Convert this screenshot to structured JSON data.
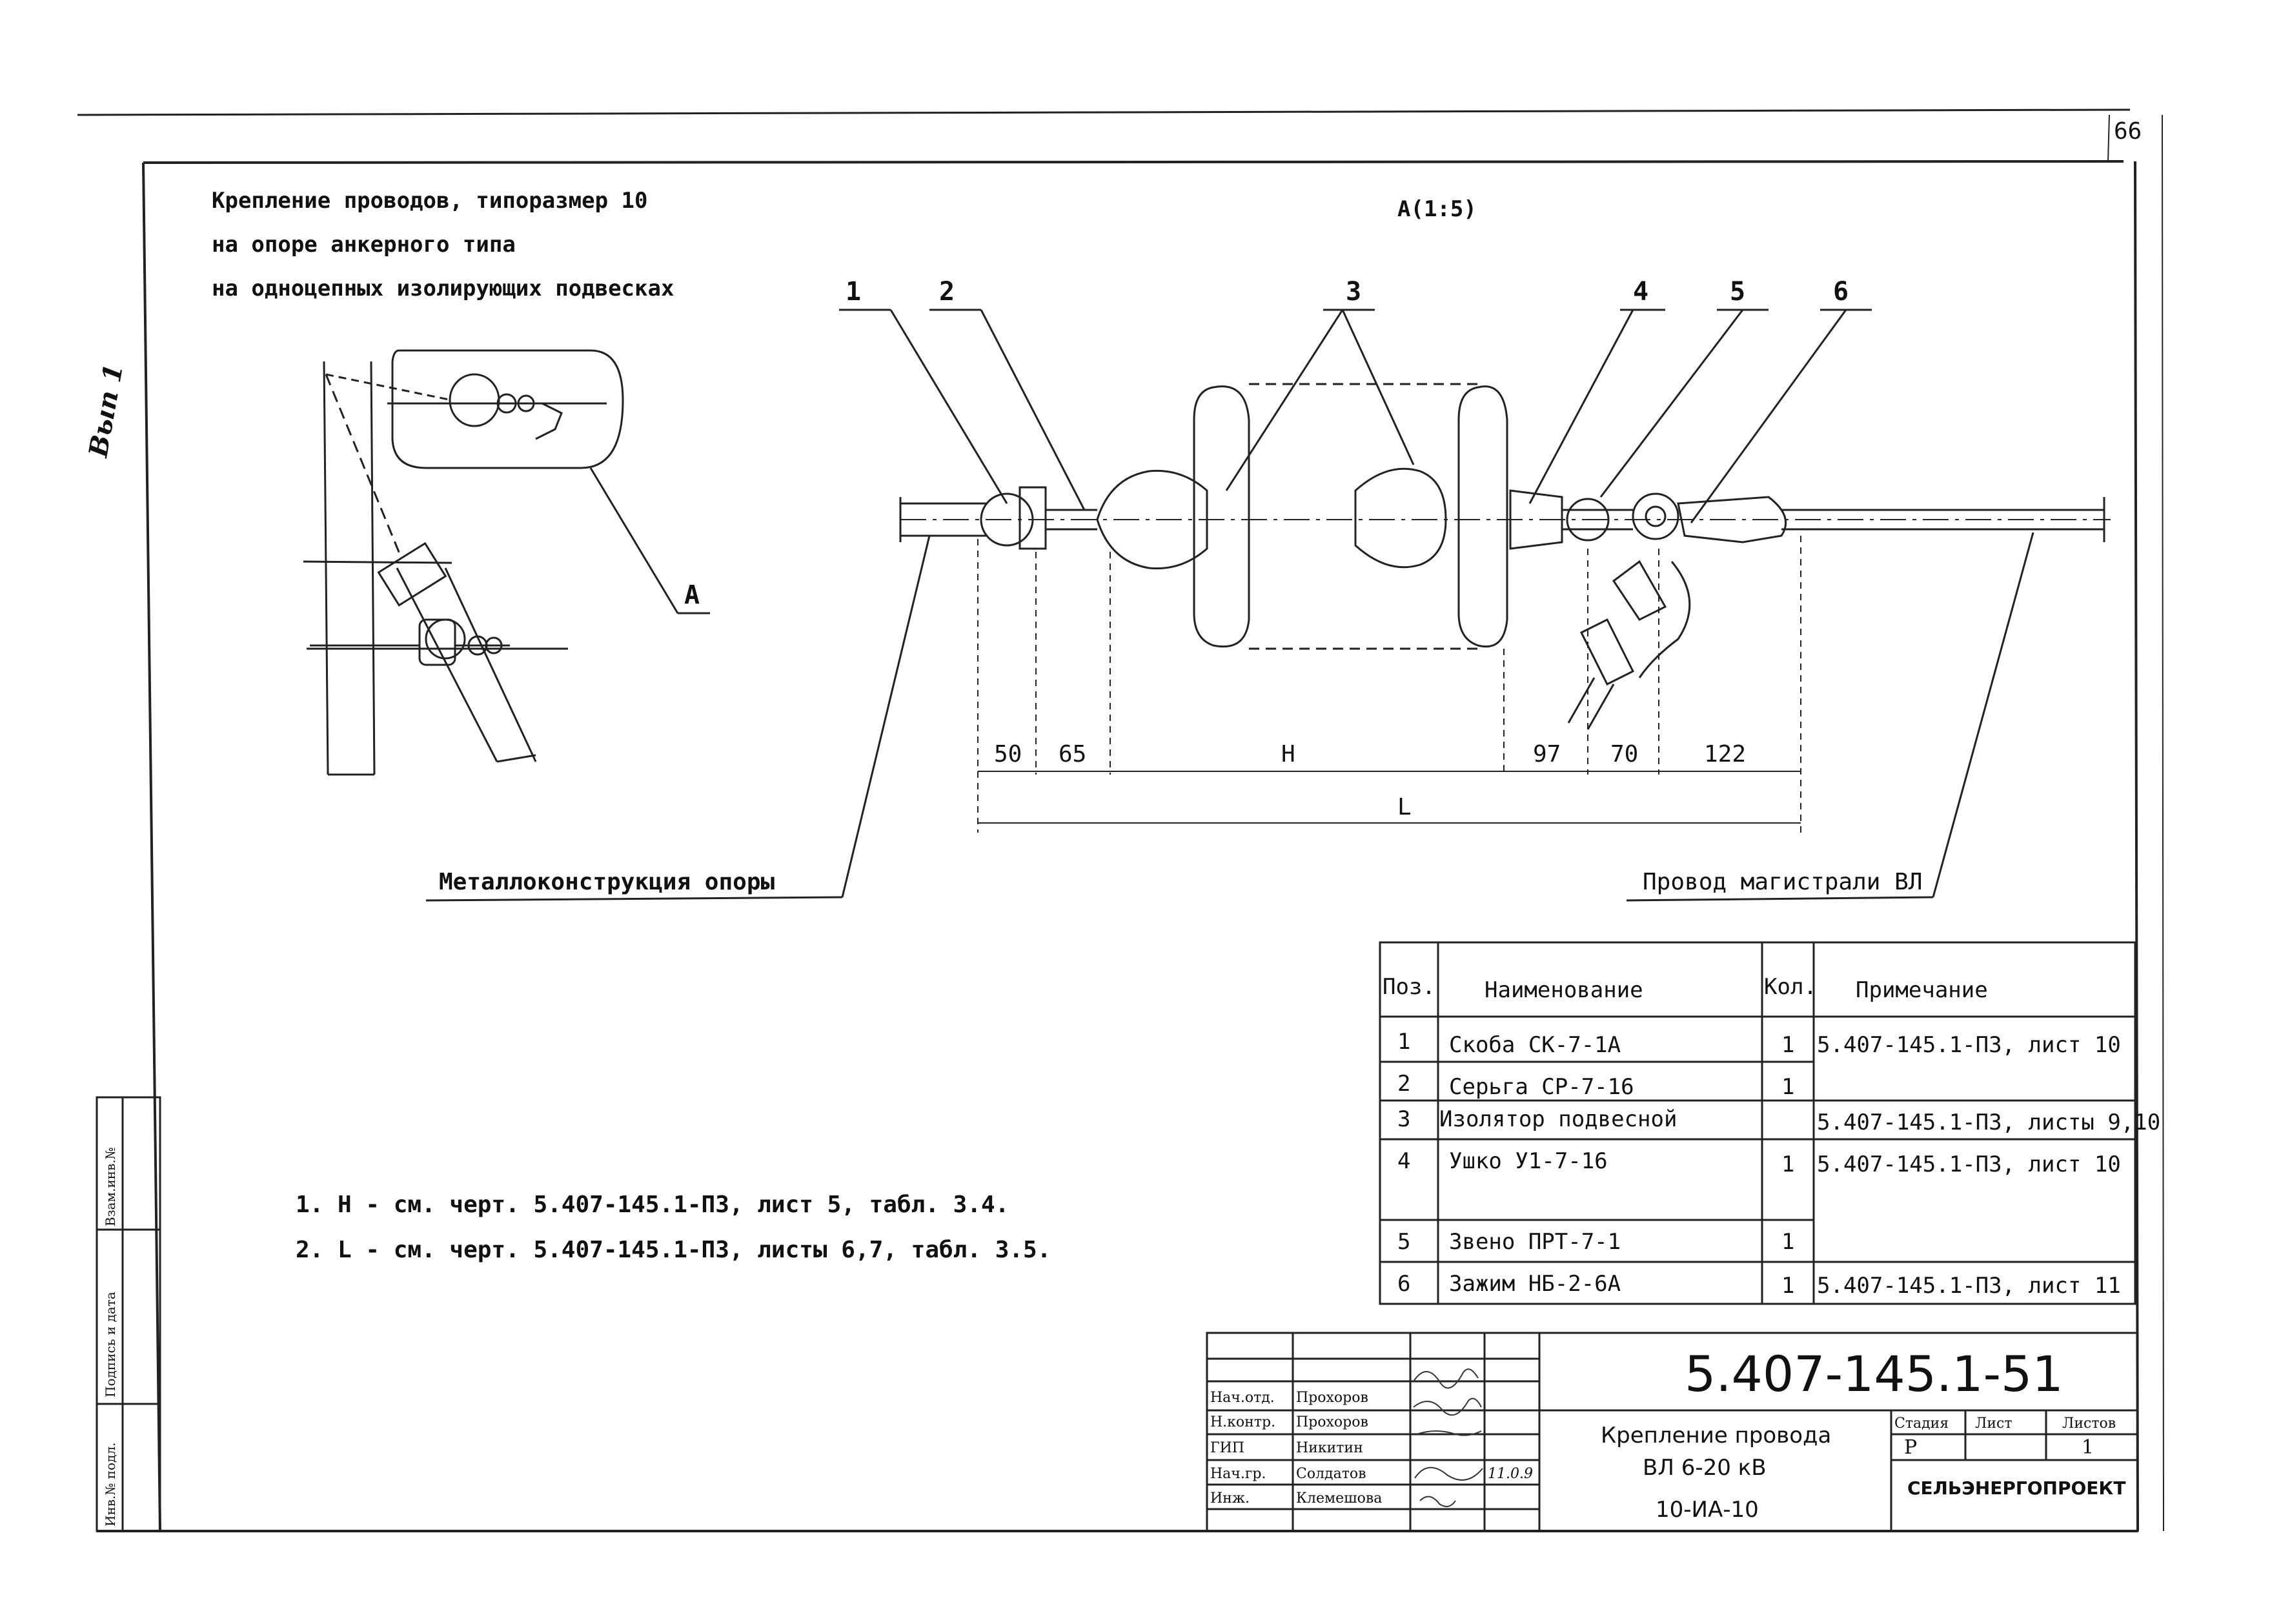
{
  "sheet_number": "66",
  "title_lines": [
    "Крепление проводов, типоразмер 10",
    "на опоре анкерного типа",
    "на одноцепных изолирующих подвесках"
  ],
  "view_label": "А(1:5)",
  "view_marker": "А",
  "handwritten_mark": "Вып 1",
  "callouts": [
    "1",
    "2",
    "3",
    "4",
    "5",
    "6"
  ],
  "dimensions": {
    "d1": "50",
    "d2": "65",
    "d3": "H",
    "d4": "97",
    "d5": "70",
    "d6": "122",
    "total": "L"
  },
  "label_structure": "Металлоконструкция опоры",
  "label_wire": "Провод магистрали ВЛ",
  "notes": [
    "1. H - см. черт. 5.407-145.1-ПЗ, лист 5, табл. 3.4.",
    "2. L - см. черт. 5.407-145.1-ПЗ, листы 6,7, табл. 3.5."
  ],
  "spec_table": {
    "headers": [
      "Поз.",
      "Наименование",
      "Кол.",
      "Примечание"
    ],
    "rows": [
      {
        "pos": "1",
        "name": "Скоба СК-7-1А",
        "qty": "1",
        "note": "5.407-145.1-ПЗ, лист 10"
      },
      {
        "pos": "2",
        "name": "Серьга СР-7-16",
        "qty": "1",
        "note": ""
      },
      {
        "pos": "3",
        "name": "Изолятор подвесной",
        "qty": "",
        "note": "5.407-145.1-ПЗ, листы 9,10"
      },
      {
        "pos": "4",
        "name": "Ушко У1-7-16",
        "qty": "1",
        "note": "5.407-145.1-ПЗ, лист 10"
      },
      {
        "pos": "5",
        "name": "Звено ПРТ-7-1",
        "qty": "1",
        "note": ""
      },
      {
        "pos": "6",
        "name": "Зажим НБ-2-6А",
        "qty": "1",
        "note": "5.407-145.1-ПЗ, лист 11"
      }
    ]
  },
  "side_stamp": [
    "Взам.инв.№",
    "Подпись и дата",
    "Инв.№ подл."
  ],
  "title_block": {
    "doc_code": "5.407-145.1-51",
    "name_lines": [
      "Крепление провода",
      "ВЛ 6-20 кВ",
      "10-ИА-10"
    ],
    "stage_header": "Стадия",
    "sheet_header": "Лист",
    "sheets_header": "Листов",
    "stage": "Р",
    "sheet": "",
    "sheets": "1",
    "organization": "СЕЛЬЭНЕРГОПРОЕКТ",
    "staff": [
      {
        "role": "Нач.отд.",
        "name": "Прохоров",
        "date": ""
      },
      {
        "role": "Н.контр.",
        "name": "Прохоров",
        "date": ""
      },
      {
        "role": "ГИП",
        "name": "Никитин",
        "date": ""
      },
      {
        "role": "Нач.гр.",
        "name": "Солдатов",
        "date": "11.0.9"
      },
      {
        "role": "Инж.",
        "name": "Клемешова",
        "date": ""
      }
    ]
  }
}
